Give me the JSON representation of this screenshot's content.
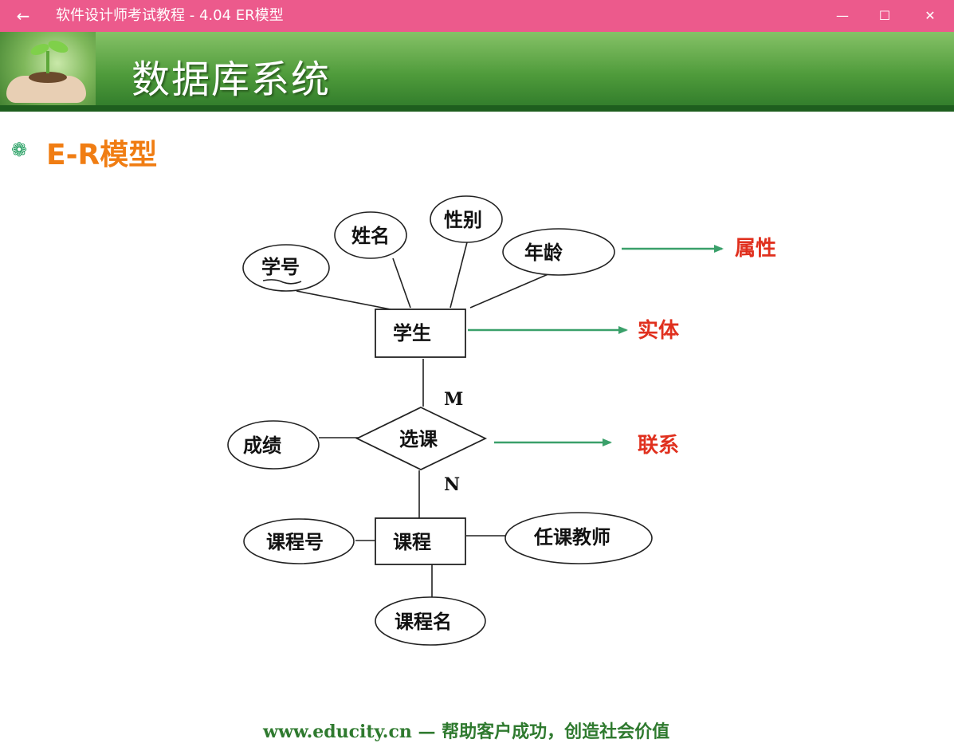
{
  "window": {
    "title": "软件设计师考试教程 - 4.04  ER模型",
    "back_glyph": "←",
    "minimize_glyph": "—",
    "maximize_glyph": "☐",
    "close_glyph": "✕"
  },
  "slide": {
    "banner_title": "数据库系统",
    "section_title": "E-R模型",
    "footer": "www.educity.cn — 帮助客户成功，创造社会价值"
  },
  "er_diagram": {
    "entities": {
      "student": "学生",
      "course": "课程"
    },
    "relationship": "选课",
    "attributes": {
      "student_id": "学号",
      "name": "姓名",
      "gender": "性别",
      "age": "年龄",
      "grade": "成绩",
      "course_id": "课程号",
      "teacher": "任课教师",
      "course_name": "课程名"
    },
    "cardinality": {
      "student_side": "M",
      "course_side": "N"
    },
    "legend": {
      "attribute": "属性",
      "entity": "实体",
      "relationship": "联系"
    },
    "colors": {
      "arrow": "#3aa06a",
      "legend_text": "#e0301e"
    }
  }
}
